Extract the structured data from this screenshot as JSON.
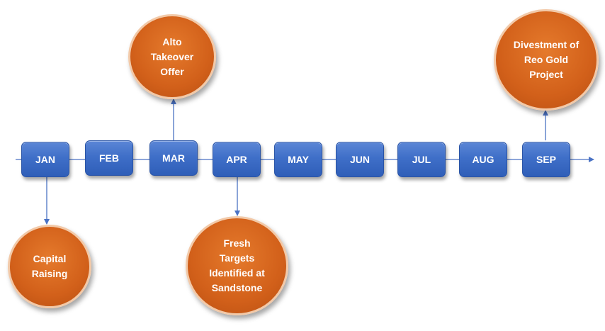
{
  "timeline": {
    "months": [
      {
        "id": "jan",
        "label": "JAN"
      },
      {
        "id": "feb",
        "label": "FEB"
      },
      {
        "id": "mar",
        "label": "MAR"
      },
      {
        "id": "apr",
        "label": "APR"
      },
      {
        "id": "may",
        "label": "MAY"
      },
      {
        "id": "jun",
        "label": "JUN"
      },
      {
        "id": "jul",
        "label": "JUL"
      },
      {
        "id": "aug",
        "label": "AUG"
      },
      {
        "id": "sep",
        "label": "SEP"
      }
    ],
    "events": [
      {
        "month": "JAN",
        "label": "Capital Raising",
        "position": "below"
      },
      {
        "month": "MAR",
        "label": "Alto Takeover Offer",
        "position": "above"
      },
      {
        "month": "APR",
        "label": "Fresh Targets Identified at Sandstone",
        "position": "below"
      },
      {
        "month": "SEP",
        "label": "Divestment of Reo Gold Project",
        "position": "above"
      }
    ]
  },
  "colors": {
    "month_box": "#3f6fc8",
    "event_circle": "#d2601a",
    "line": "#4a72c4"
  }
}
